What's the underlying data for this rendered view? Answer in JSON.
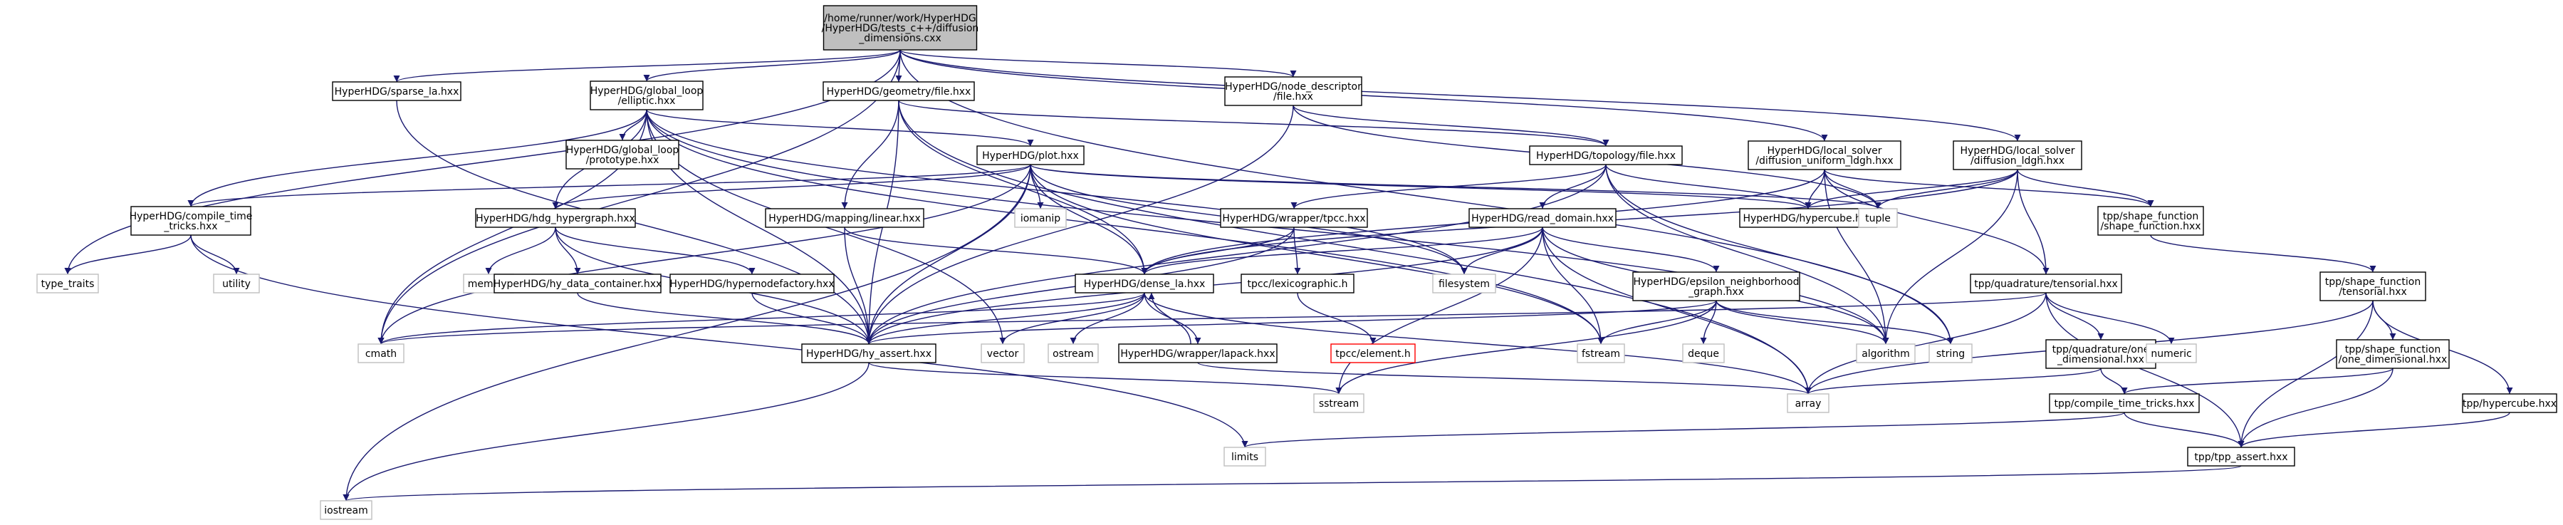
{
  "graph": {
    "nodes": [
      {
        "id": "root",
        "lines": [
          "/home/runner/work/HyperHDG",
          "/HyperHDG/tests_c++/diffusion",
          "_dimensions.cxx"
        ]
      },
      {
        "id": "sparse_la",
        "lines": [
          "HyperHDG/sparse_la.hxx"
        ]
      },
      {
        "id": "global_loop_elliptic",
        "lines": [
          "HyperHDG/global_loop",
          "/elliptic.hxx"
        ]
      },
      {
        "id": "geometry_file",
        "lines": [
          "HyperHDG/geometry/file.hxx"
        ]
      },
      {
        "id": "node_descriptor_file",
        "lines": [
          "HyperHDG/node_descriptor",
          "/file.hxx"
        ]
      },
      {
        "id": "focal_solver_uniform",
        "lines": [
          "HyperHDG/local_solver",
          "/diffusion_uniform_ldgh.hxx"
        ]
      },
      {
        "id": "focal_solver_ldgh",
        "lines": [
          "HyperHDG/local_solver",
          "/diffusion_ldgh.hxx"
        ]
      },
      {
        "id": "global_loop_prototype",
        "lines": [
          "HyperHDG/global_loop",
          "/prototype.hxx"
        ]
      },
      {
        "id": "plot",
        "lines": [
          "HyperHDG/plot.hxx"
        ]
      },
      {
        "id": "topology_file",
        "lines": [
          "HyperHDG/topology/file.hxx"
        ]
      },
      {
        "id": "compile_time_tricks",
        "lines": [
          "HyperHDG/compile_time",
          "_tricks.hxx"
        ]
      },
      {
        "id": "hdg_hypergraph",
        "lines": [
          "HyperHDG/hdg_hypergraph.hxx"
        ]
      },
      {
        "id": "iomanip",
        "lines": [
          "iomanip"
        ]
      },
      {
        "id": "mapping_linear",
        "lines": [
          "HyperHDG/mapping/linear.hxx"
        ]
      },
      {
        "id": "wrapper_tpcc",
        "lines": [
          "HyperHDG/wrapper/tpcc.hxx"
        ]
      },
      {
        "id": "read_domain",
        "lines": [
          "HyperHDG/read_domain.hxx"
        ]
      },
      {
        "id": "hypercube",
        "lines": [
          "HyperHDG/hypercube.hxx"
        ]
      },
      {
        "id": "tuple",
        "lines": [
          "tuple"
        ]
      },
      {
        "id": "tpp_shape_function_file",
        "lines": [
          "tpp/shape_function",
          "/shape_function.hxx"
        ]
      },
      {
        "id": "type_traits",
        "lines": [
          "type_traits"
        ]
      },
      {
        "id": "utility",
        "lines": [
          "utility"
        ]
      },
      {
        "id": "memory",
        "lines": [
          "memory"
        ]
      },
      {
        "id": "hy_data_container",
        "lines": [
          "HyperHDG/hy_data_container.hxx"
        ]
      },
      {
        "id": "hypernodefactory",
        "lines": [
          "HyperHDG/hypernodefactory.hxx"
        ]
      },
      {
        "id": "dense_la",
        "lines": [
          "HyperHDG/dense_la.hxx"
        ]
      },
      {
        "id": "tpcc_lexicographic",
        "lines": [
          "tpcc/lexicographic.h"
        ]
      },
      {
        "id": "filesystem",
        "lines": [
          "filesystem"
        ]
      },
      {
        "id": "epsilon_neighborhood",
        "lines": [
          "HyperHDG/epsilon_neighborhood",
          "_graph.hxx"
        ]
      },
      {
        "id": "tpp_quadrature_tensorial",
        "lines": [
          "tpp/quadrature/tensorial.hxx"
        ]
      },
      {
        "id": "tpp_shape_function_tensorial",
        "lines": [
          "tpp/shape_function",
          "/tensorial.hxx"
        ]
      },
      {
        "id": "cmath",
        "lines": [
          "cmath"
        ]
      },
      {
        "id": "hy_assert",
        "lines": [
          "HyperHDG/hy_assert.hxx"
        ]
      },
      {
        "id": "vector",
        "lines": [
          "vector"
        ]
      },
      {
        "id": "ostream",
        "lines": [
          "ostream"
        ]
      },
      {
        "id": "wrapper_lapack",
        "lines": [
          "HyperHDG/wrapper/lapack.hxx"
        ]
      },
      {
        "id": "tpcc_element",
        "lines": [
          "tpcc/element.h"
        ]
      },
      {
        "id": "fstream",
        "lines": [
          "fstream"
        ]
      },
      {
        "id": "deque",
        "lines": [
          "deque"
        ]
      },
      {
        "id": "algorithm",
        "lines": [
          "algorithm"
        ]
      },
      {
        "id": "string",
        "lines": [
          "string"
        ]
      },
      {
        "id": "tpp_quadrature_one_dimensional",
        "lines": [
          "tpp/quadrature/one",
          "_dimensional.hxx"
        ]
      },
      {
        "id": "numeric",
        "lines": [
          "numeric"
        ]
      },
      {
        "id": "tpp_shape_function_one_dimensional",
        "lines": [
          "tpp/shape_function",
          "/one_dimensional.hxx"
        ]
      },
      {
        "id": "sstream",
        "lines": [
          "sstream"
        ]
      },
      {
        "id": "array",
        "lines": [
          "array"
        ]
      },
      {
        "id": "tpp_compile_time_tricks",
        "lines": [
          "tpp/compile_time_tricks.hxx"
        ]
      },
      {
        "id": "tpp_hypercube",
        "lines": [
          "tpp/hypercube.hxx"
        ]
      },
      {
        "id": "limits",
        "lines": [
          "limits"
        ]
      },
      {
        "id": "tpp_assert",
        "lines": [
          "tpp/tpp_assert.hxx"
        ]
      },
      {
        "id": "iostream",
        "lines": [
          "iostream"
        ]
      }
    ],
    "edges": [
      [
        "root",
        "sparse_la"
      ],
      [
        "root",
        "global_loop_elliptic"
      ],
      [
        "root",
        "geometry_file"
      ],
      [
        "root",
        "node_descriptor_file"
      ],
      [
        "root",
        "focal_solver_uniform"
      ],
      [
        "root",
        "focal_solver_ldgh"
      ],
      [
        "root",
        "type_traits"
      ],
      [
        "root",
        "cmath"
      ],
      [
        "root",
        "string"
      ],
      [
        "sparse_la",
        "hy_assert"
      ],
      [
        "global_loop_elliptic",
        "global_loop_prototype"
      ],
      [
        "global_loop_elliptic",
        "plot"
      ],
      [
        "global_loop_elliptic",
        "compile_time_tricks"
      ],
      [
        "global_loop_elliptic",
        "hdg_hypergraph"
      ],
      [
        "global_loop_elliptic",
        "hy_assert"
      ],
      [
        "global_loop_elliptic",
        "cmath"
      ],
      [
        "global_loop_elliptic",
        "vector"
      ],
      [
        "global_loop_elliptic",
        "algorithm"
      ],
      [
        "global_loop_elliptic",
        "fstream"
      ],
      [
        "global_loop_elliptic",
        "filesystem"
      ],
      [
        "geometry_file",
        "mapping_linear"
      ],
      [
        "geometry_file",
        "dense_la"
      ],
      [
        "geometry_file",
        "hy_assert"
      ],
      [
        "geometry_file",
        "topology_file"
      ],
      [
        "geometry_file",
        "array"
      ],
      [
        "node_descriptor_file",
        "topology_file"
      ],
      [
        "node_descriptor_file",
        "hy_assert"
      ],
      [
        "node_descriptor_file",
        "tuple"
      ],
      [
        "focal_solver_uniform",
        "hypercube"
      ],
      [
        "focal_solver_uniform",
        "tuple"
      ],
      [
        "focal_solver_uniform",
        "tpp_shape_function_file"
      ],
      [
        "focal_solver_uniform",
        "tpp_quadrature_tensorial"
      ],
      [
        "focal_solver_uniform",
        "algorithm"
      ],
      [
        "focal_solver_uniform",
        "dense_la"
      ],
      [
        "focal_solver_ldgh",
        "hypercube"
      ],
      [
        "focal_solver_ldgh",
        "tuple"
      ],
      [
        "focal_solver_ldgh",
        "tpp_shape_function_file"
      ],
      [
        "focal_solver_ldgh",
        "tpp_quadrature_tensorial"
      ],
      [
        "focal_solver_ldgh",
        "algorithm"
      ],
      [
        "focal_solver_ldgh",
        "dense_la"
      ],
      [
        "plot",
        "hdg_hypergraph"
      ],
      [
        "plot",
        "iomanip"
      ],
      [
        "plot",
        "dense_la"
      ],
      [
        "plot",
        "hypercube"
      ],
      [
        "plot",
        "tuple"
      ],
      [
        "plot",
        "hy_assert"
      ],
      [
        "plot",
        "compile_time_tricks"
      ],
      [
        "plot",
        "fstream"
      ],
      [
        "plot",
        "filesystem"
      ],
      [
        "plot",
        "iostream"
      ],
      [
        "plot",
        "cmath"
      ],
      [
        "topology_file",
        "wrapper_tpcc"
      ],
      [
        "topology_file",
        "read_domain"
      ],
      [
        "topology_file",
        "hypercube"
      ],
      [
        "topology_file",
        "hy_assert"
      ],
      [
        "topology_file",
        "algorithm"
      ],
      [
        "topology_file",
        "string"
      ],
      [
        "compile_time_tricks",
        "type_traits"
      ],
      [
        "compile_time_tricks",
        "utility"
      ],
      [
        "compile_time_tricks",
        "limits"
      ],
      [
        "hdg_hypergraph",
        "memory"
      ],
      [
        "hdg_hypergraph",
        "hy_data_container"
      ],
      [
        "hdg_hypergraph",
        "hypernodefactory"
      ],
      [
        "hdg_hypergraph",
        "hy_assert"
      ],
      [
        "mapping_linear",
        "dense_la"
      ],
      [
        "mapping_linear",
        "hy_assert"
      ],
      [
        "wrapper_tpcc",
        "tpcc_lexicographic"
      ],
      [
        "wrapper_tpcc",
        "dense_la"
      ],
      [
        "wrapper_tpcc",
        "hy_assert"
      ],
      [
        "read_domain",
        "filesystem"
      ],
      [
        "read_domain",
        "epsilon_neighborhood"
      ],
      [
        "read_domain",
        "fstream"
      ],
      [
        "read_domain",
        "sstream"
      ],
      [
        "read_domain",
        "hy_assert"
      ],
      [
        "read_domain",
        "array"
      ],
      [
        "read_domain",
        "algorithm"
      ],
      [
        "read_domain",
        "dense_la"
      ],
      [
        "tpp_shape_function_file",
        "tpp_shape_function_tensorial"
      ],
      [
        "hy_data_container",
        "hy_assert"
      ],
      [
        "hypernodefactory",
        "hy_assert"
      ],
      [
        "dense_la",
        "cmath"
      ],
      [
        "dense_la",
        "hy_assert"
      ],
      [
        "dense_la",
        "vector"
      ],
      [
        "dense_la",
        "ostream"
      ],
      [
        "dense_la",
        "wrapper_lapack"
      ],
      [
        "dense_la",
        "array"
      ],
      [
        "tpcc_lexicographic",
        "tpcc_element"
      ],
      [
        "epsilon_neighborhood",
        "deque"
      ],
      [
        "epsilon_neighborhood",
        "algorithm"
      ],
      [
        "epsilon_neighborhood",
        "string"
      ],
      [
        "epsilon_neighborhood",
        "fstream"
      ],
      [
        "epsilon_neighborhood",
        "sstream"
      ],
      [
        "epsilon_neighborhood",
        "hy_assert"
      ],
      [
        "tpp_quadrature_tensorial",
        "tpp_quadrature_one_dimensional"
      ],
      [
        "tpp_quadrature_tensorial",
        "numeric"
      ],
      [
        "tpp_quadrature_tensorial",
        "tpp_assert"
      ],
      [
        "tpp_quadrature_tensorial",
        "array"
      ],
      [
        "tpp_quadrature_tensorial",
        "cmath"
      ],
      [
        "tpp_shape_function_tensorial",
        "tpp_shape_function_one_dimensional"
      ],
      [
        "tpp_shape_function_tensorial",
        "tpp_hypercube"
      ],
      [
        "tpp_shape_function_tensorial",
        "tpp_assert"
      ],
      [
        "tpp_shape_function_tensorial",
        "array"
      ],
      [
        "hy_assert",
        "sstream"
      ],
      [
        "hy_assert",
        "iostream"
      ],
      [
        "wrapper_lapack",
        "dense_la"
      ],
      [
        "wrapper_lapack",
        "array"
      ],
      [
        "tpp_quadrature_one_dimensional",
        "tpp_compile_time_tricks"
      ],
      [
        "tpp_quadrature_one_dimensional",
        "array"
      ],
      [
        "tpp_shape_function_one_dimensional",
        "tpp_assert"
      ],
      [
        "tpp_shape_function_one_dimensional",
        "tpp_compile_time_tricks"
      ],
      [
        "tpp_compile_time_tricks",
        "tpp_assert"
      ],
      [
        "tpp_compile_time_tricks",
        "limits"
      ],
      [
        "tpp_hypercube",
        "tpp_assert"
      ],
      [
        "tpp_assert",
        "iostream"
      ]
    ]
  }
}
